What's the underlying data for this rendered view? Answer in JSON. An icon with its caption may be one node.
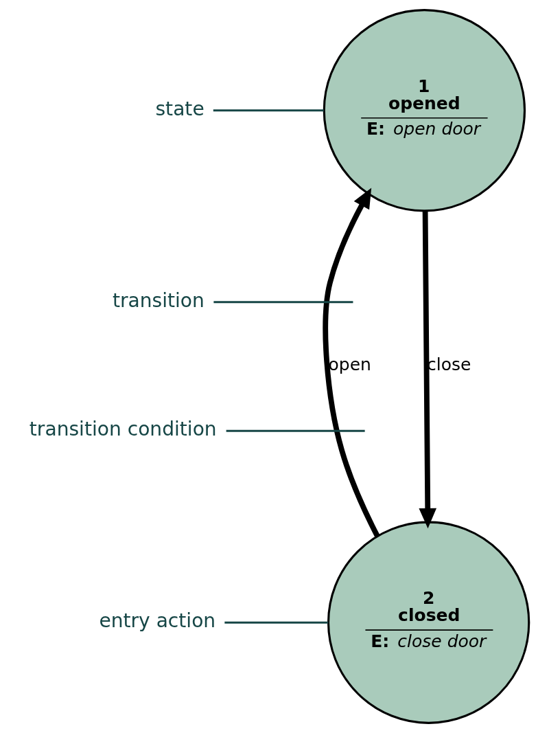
{
  "diagram": {
    "nodes": [
      {
        "text": [
          "1 opened",
          "**E:** *open door*"
        ]
      },
      {
        "text": [
          "2 closed",
          "**E:** *close door*"
        ]
      },
      {
        "text": [
          "state"
        ]
      },
      {
        "text": [
          "transition"
        ]
      },
      {
        "text": [
          "transition condition"
        ]
      },
      {
        "text": [
          "entry action"
        ]
      }
    ],
    "edges": [
      {
        "from": 0,
        "to": 1,
        "arrow": "to",
        "label": "close",
        "style": "thick"
      },
      {
        "from": 1,
        "to": 0,
        "arrow": "to",
        "label": "open",
        "style": "thick"
      },
      {
        "from": 2,
        "to": 0,
        "arrow": "none",
        "color": "#164646"
      },
      {
        "from": 3,
        "to": null,
        "arrow": "none",
        "color": "#164646"
      },
      {
        "from": 4,
        "to": null,
        "arrow": "none",
        "color": "#164646"
      },
      {
        "from": 5,
        "to": 1,
        "arrow": "none",
        "color": "#164646"
      }
    ]
  }
}
